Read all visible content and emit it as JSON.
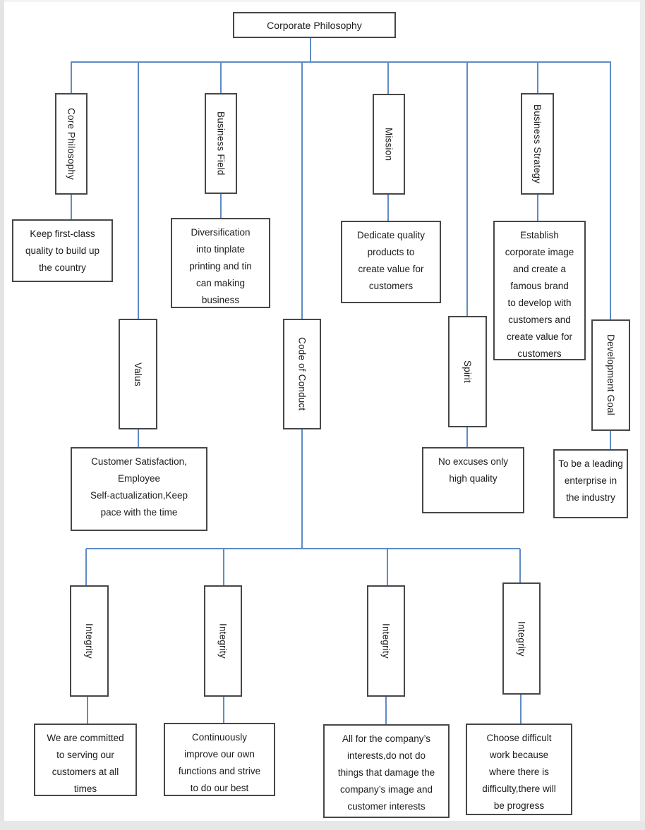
{
  "page": {
    "line_color": "#5e8cc5",
    "border_color": "#474747",
    "background": "#ffffff"
  },
  "root": {
    "label": "Corporate Philosophy"
  },
  "branches": [
    {
      "label": "Core Philosophy",
      "desc": "Keep first-class\nquality to build up\nthe country"
    },
    {
      "label": "Valus",
      "desc": "Customer Satisfaction,\nEmployee\nSelf-actualization,Keep\npace with the time"
    },
    {
      "label": "Business Field",
      "desc": "Diversification\ninto tinplate\nprinting and tin\ncan making\nbusiness"
    },
    {
      "label": "Code of Conduct",
      "desc": ""
    },
    {
      "label": "Mission",
      "desc": "Dedicate quality\nproducts to\ncreate value for\ncustomers"
    },
    {
      "label": "Spirit",
      "desc": "No excuses only\nhigh quality"
    },
    {
      "label": "Business Strategy",
      "desc": "Establish\ncorporate image\nand create a\nfamous brand\nto develop with\ncustomers and\ncreate value for\ncustomers"
    },
    {
      "label": "Development Goal",
      "desc": "To be a leading\nenterprise in\nthe industry"
    }
  ],
  "conduct_children": [
    {
      "label": "Integrity",
      "desc": "We are committed\nto serving our\ncustomers at all\ntimes"
    },
    {
      "label": "Integrity",
      "desc": "Continuously\nimprove our own\nfunctions and strive\nto do our best"
    },
    {
      "label": "Integrity",
      "desc": "All for the company’s\ninterests,do not do\nthings that damage the\ncompany’s image and\ncustomer interests"
    },
    {
      "label": "Integrity",
      "desc": "Choose difficult\nwork because\nwhere there is\ndifficulty,there will\nbe progress"
    }
  ]
}
